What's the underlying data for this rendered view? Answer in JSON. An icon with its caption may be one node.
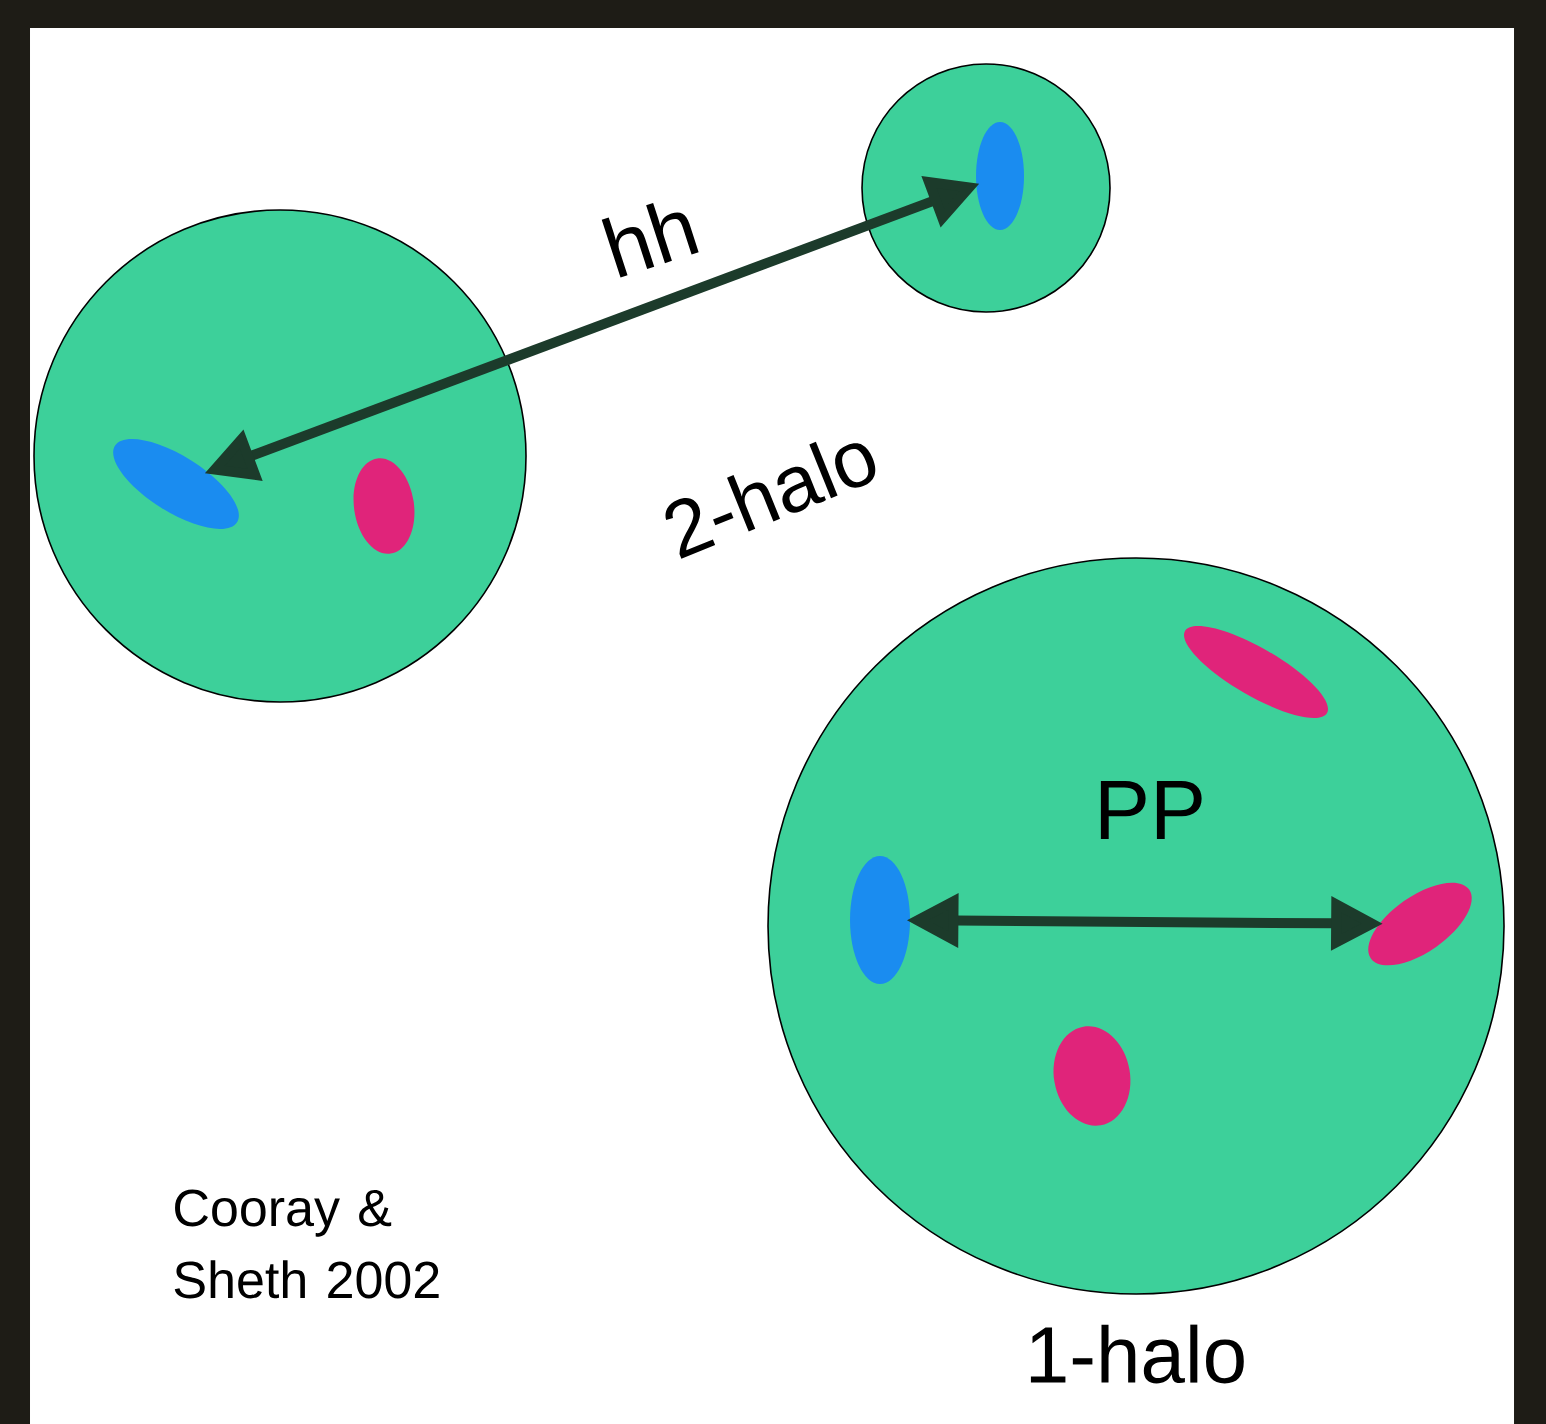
{
  "diagram": {
    "nodes": [
      {
        "text": [],
        "shape": "circle"
      },
      {
        "text": [],
        "shape": "circle"
      },
      {
        "text": [],
        "shape": "circle",
        "beside": [
          "1-halo"
        ]
      },
      {
        "text": [],
        "shape": "ellipse",
        "in": 0
      },
      {
        "text": [],
        "shape": "ellipse",
        "in": 0
      },
      {
        "text": [],
        "shape": "ellipse",
        "in": 1
      },
      {
        "text": [],
        "shape": "ellipse",
        "in": 2
      },
      {
        "text": [],
        "shape": "ellipse",
        "in": 2
      },
      {
        "text": [],
        "shape": "ellipse",
        "in": 2
      },
      {
        "text": [],
        "shape": "ellipse",
        "in": 2
      }
    ],
    "edges": [
      {
        "from": 3,
        "to": 5,
        "arrow": "both",
        "label": "hh"
      },
      {
        "from": 7,
        "to": 8,
        "arrow": "both",
        "label": "PP"
      }
    ],
    "labels": [
      "2-halo",
      "Cooray & Sheth 2002"
    ]
  }
}
